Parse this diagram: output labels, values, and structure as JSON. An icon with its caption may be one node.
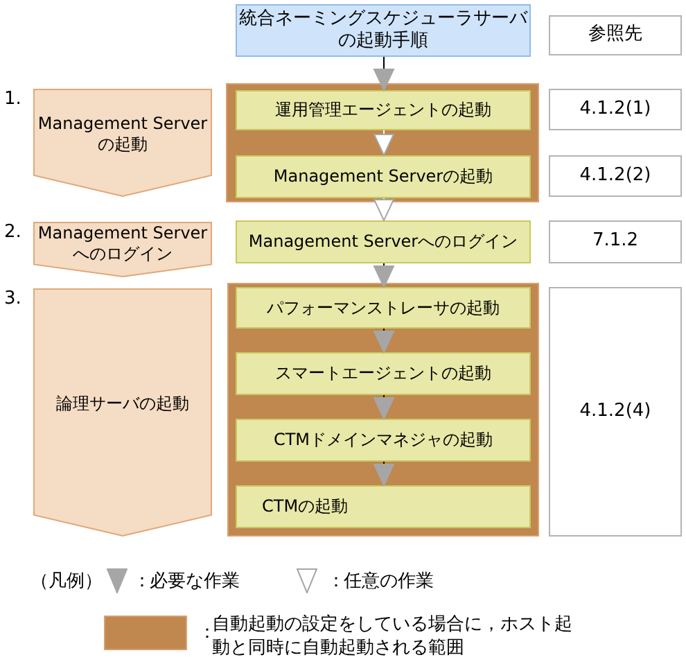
{
  "diagram": {
    "nodes": [
      {
        "text": [
          "統合ネーミングスケジューラサーバの起動手順"
        ]
      },
      {
        "text": [
          "参照先"
        ]
      },
      {
        "text": [
          "Management Serverの起動"
        ],
        "beside": [
          "1."
        ]
      },
      {
        "text": [],
        "shape": "box"
      },
      {
        "text": [
          "運用管理エージェントの起動"
        ],
        "in": 3
      },
      {
        "text": [
          "Management Serverの起動"
        ],
        "in": 3
      },
      {
        "text": [
          "4.1.2(1)"
        ]
      },
      {
        "text": [
          "4.1.2(2)"
        ]
      },
      {
        "text": [
          "Management Serverへのログイン"
        ],
        "beside": [
          "2."
        ]
      },
      {
        "text": [
          "Management Serverへのログイン"
        ]
      },
      {
        "text": [
          "7.1.2"
        ]
      },
      {
        "text": [
          "論理サーバの起動"
        ],
        "beside": [
          "3."
        ]
      },
      {
        "text": [],
        "shape": "box"
      },
      {
        "text": [
          "パフォーマンストレーサの起動"
        ],
        "in": 12
      },
      {
        "text": [
          "スマートエージェントの起動"
        ],
        "in": 12
      },
      {
        "text": [
          "CTMドメインマネジャの起動"
        ],
        "in": 12
      },
      {
        "text": [
          "CTMの起動"
        ],
        "in": 12
      },
      {
        "text": [
          "4.1.2(4)"
        ]
      }
    ],
    "edges": [
      {
        "from": 0,
        "to": 4,
        "arrow": "to"
      },
      {
        "from": 4,
        "to": 5,
        "arrow": "to",
        "color": "#ffffff"
      },
      {
        "from": 5,
        "to": 9,
        "arrow": "to",
        "color": "#ffffff"
      },
      {
        "from": 9,
        "to": 13,
        "arrow": "to"
      },
      {
        "from": 13,
        "to": 14,
        "arrow": "to"
      },
      {
        "from": 14,
        "to": 15,
        "arrow": "to"
      },
      {
        "from": 15,
        "to": 16,
        "arrow": "to"
      }
    ],
    "labels": [
      "（凡例）",
      "：",
      "：",
      "："
    ],
    "legend": [
      {
        "text": "必要な作業"
      },
      {
        "text": "任意の作業"
      },
      {
        "text": "自動起動の設定をしている場合に，ホスト起動と同時に自動起動される範囲",
        "color": "#c0874f"
      }
    ]
  }
}
